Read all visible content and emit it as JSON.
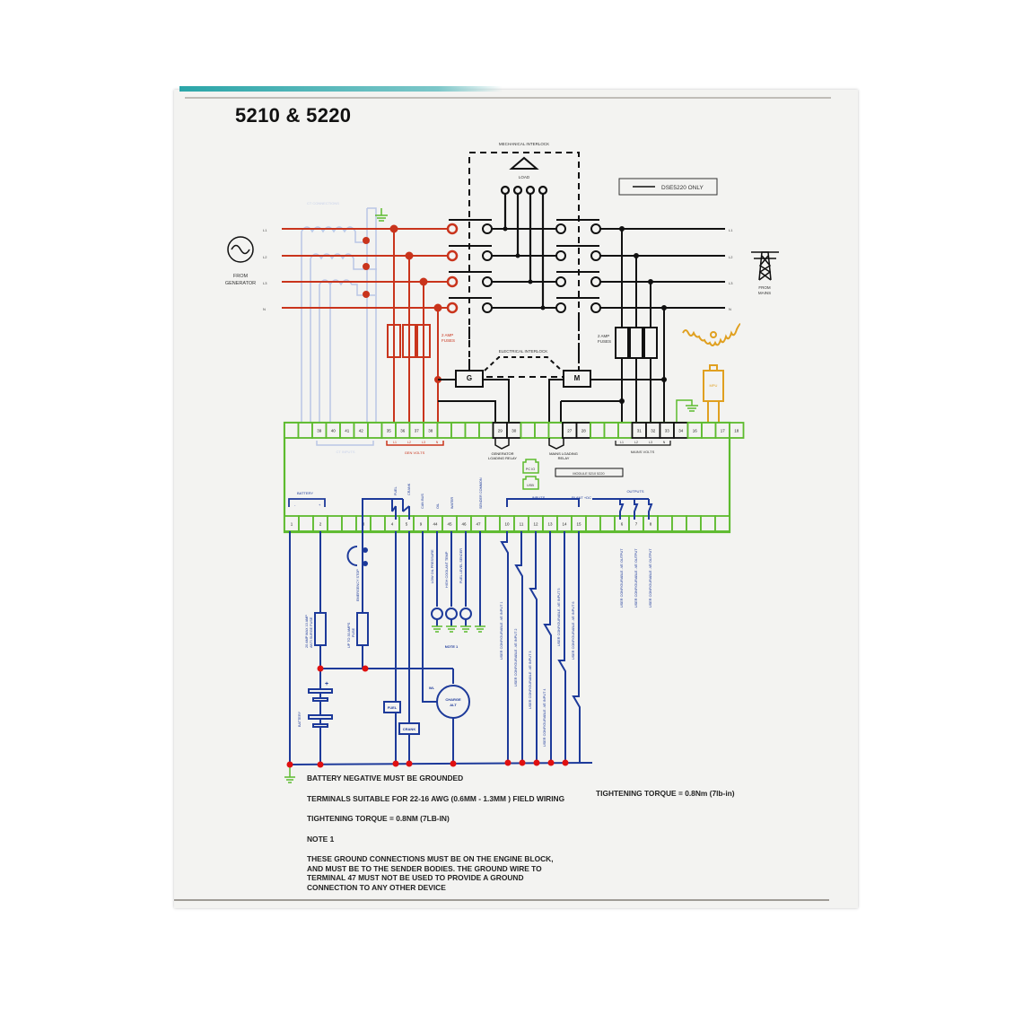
{
  "document": {
    "title": "5210 & 5220",
    "legend": {
      "label": "DSE5220 ONLY"
    },
    "colors": {
      "generator_wire": "#c9341c",
      "mains_wire": "#111111",
      "dc_wire": "#1d3a9a",
      "module_outline": "#5dbb2e",
      "ground": "#5dbb2e",
      "mpu": "#e0a020",
      "ct_wire": "#b9c6e6",
      "junction_dot": "#e01010",
      "sheet_tab": "#2aa5a8"
    }
  },
  "top_section": {
    "mechanical_interlock_label": "MECHANICAL INTERLOCK",
    "load_label": "LOAD",
    "electrical_interlock_label": "ELECTRICAL INTERLOCK",
    "generator_label": [
      "FROM",
      "GENERATOR"
    ],
    "mains_label": [
      "FROM",
      "MAINS"
    ],
    "generator_phases": [
      "L1",
      "L2",
      "L3",
      "N"
    ],
    "mains_phases": [
      "L1",
      "L2",
      "L3",
      "N"
    ],
    "gen_fuses_label": [
      "2 AMP",
      "FUSES"
    ],
    "mains_fuses_label": [
      "2 AMP",
      "FUSES"
    ],
    "ct_label": [
      "CT CONNECTIONS",
      "(OPTIONAL)"
    ],
    "gen_contactor": "G",
    "mains_contactor": "M",
    "mpu_label": "MPU"
  },
  "upper_terminals": {
    "numbers": [
      "",
      "",
      "39",
      "40",
      "41",
      "42",
      "",
      "35",
      "36",
      "37",
      "38",
      "",
      "",
      "",
      "",
      "29",
      "30",
      "",
      "",
      "",
      "27",
      "28",
      "",
      "",
      "",
      "31",
      "32",
      "33",
      "34",
      "16",
      "",
      "17",
      "18"
    ],
    "gen_volts_label": "GEN VOLTS",
    "gen_volts_phases": [
      "L1",
      "L2",
      "L3",
      "N"
    ],
    "mains_volts_label": "MAINS VOLTS",
    "mains_volts_phases": [
      "L1",
      "L2",
      "L3",
      "N"
    ],
    "ct_group_label": "CT INPUTS",
    "gen_loading_relay": [
      "GENERATOR",
      "LOADING RELAY"
    ],
    "mains_loading_relay": [
      "MAINS LOADING",
      "RELAY"
    ],
    "pc_port": "PC IO",
    "usb_port": "USB",
    "module_label": "MODULE 5210 5220"
  },
  "lower_terminals": {
    "numbers": [
      "1",
      "",
      "2",
      "",
      "",
      "3",
      "",
      "4",
      "5",
      "9",
      "44",
      "45",
      "46",
      "47",
      "",
      "10",
      "11",
      "12",
      "13",
      "14",
      "15",
      "",
      "",
      "6",
      "7",
      "8",
      "",
      "",
      "",
      "",
      ""
    ],
    "battery_label": "BATTERY",
    "battery_polarity": [
      "-",
      "+"
    ],
    "fuel_label": "FUEL",
    "crank_label": "CRANK",
    "can_label": "CAN BUS",
    "oil_label": "OIL",
    "water_label": "WATER",
    "sender_common_label": "SENDER COMMON",
    "inputs_label": "INPUTS",
    "plant_dc_label": "PLANT +DC",
    "outputs_label": "OUTPUTS"
  },
  "lower_section": {
    "emergency_stop_label": "EMERGENCY STOP",
    "fuse_main_label": [
      "20 AMP MAX 10 AMP",
      "ANTI SURGE FUSE"
    ],
    "fuse_estop_label": [
      "UP TO 30 AMPS",
      "FUSE"
    ],
    "battery_label": "BATTERY",
    "fuel_relay": "FUEL",
    "crank_relay": "CRANK",
    "charge_alt": [
      "CHARGE",
      "ALT"
    ],
    "wl_label": "WL",
    "senders": [
      "LOW OIL PRESSURE",
      "HIGH COOLANT TEMP",
      "FUEL LEVEL SENDER"
    ],
    "note_1_marker": "NOTE 1",
    "user_inputs": [
      "USER CONFIGURABLE -VE INPUT 1",
      "USER CONFIGURABLE -VE INPUT 2",
      "USER CONFIGURABLE -VE INPUT 3",
      "USER CONFIGURABLE -VE INPUT 4",
      "USER CONFIGURABLE -VE INPUT 5",
      "USER CONFIGURABLE -VE INPUT 6"
    ],
    "user_outputs": [
      "USER CONFIGURABLE -VE OUTPUT",
      "USER CONFIGURABLE -VE OUTPUT",
      "USER CONFIGURABLE -VE OUTPUT"
    ]
  },
  "notes": {
    "battery_ground": "BATTERY NEGATIVE MUST BE GROUNDED",
    "terminals": "TERMINALS SUITABLE FOR 22-16 AWG (0.6mm - 1.3mm ) FIELD WIRING",
    "torque": "TIGHTENING TORQUE = 0.8Nm (7lb-in)",
    "torque_right": "TIGHTENING TORQUE = 0.8Nm (7lb-in)",
    "note_1_heading": "NOTE 1",
    "note_1_text": "THESE GROUND CONNECTIONS MUST BE ON THE ENGINE BLOCK, AND MUST BE TO THE SENDER BODIES. THE GROUND WIRE TO TERMINAL 47 MUST NOT BE USED TO PROVIDE A GROUND CONNECTION TO ANY OTHER DEVICE"
  }
}
